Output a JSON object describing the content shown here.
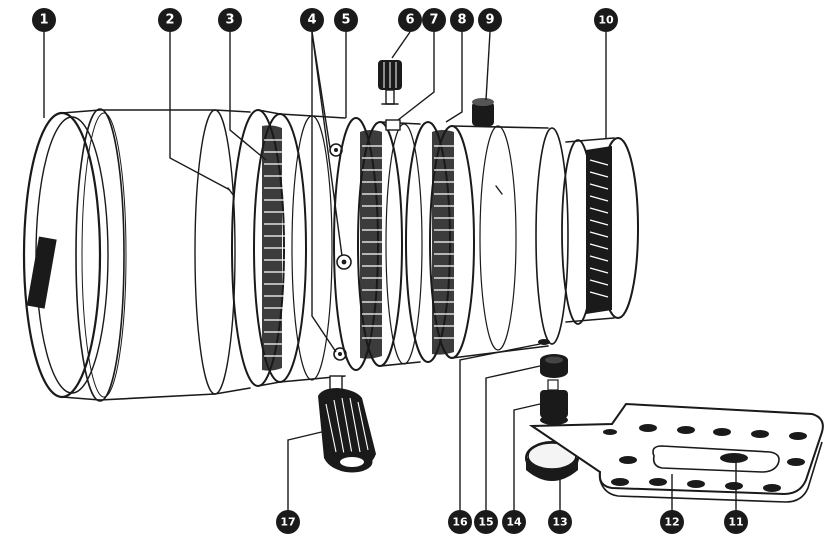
{
  "diagram": {
    "brand_text": "",
    "line_color": "#1a1a1a",
    "background": "#ffffff",
    "callouts": [
      {
        "num": "1"
      },
      {
        "num": "2"
      },
      {
        "num": "3"
      },
      {
        "num": "4"
      },
      {
        "num": "5"
      },
      {
        "num": "6"
      },
      {
        "num": "7"
      },
      {
        "num": "8"
      },
      {
        "num": "9"
      },
      {
        "num": "10"
      },
      {
        "num": "11"
      },
      {
        "num": "12"
      },
      {
        "num": "13"
      },
      {
        "num": "14"
      },
      {
        "num": "15"
      },
      {
        "num": "16"
      },
      {
        "num": "17"
      }
    ]
  }
}
